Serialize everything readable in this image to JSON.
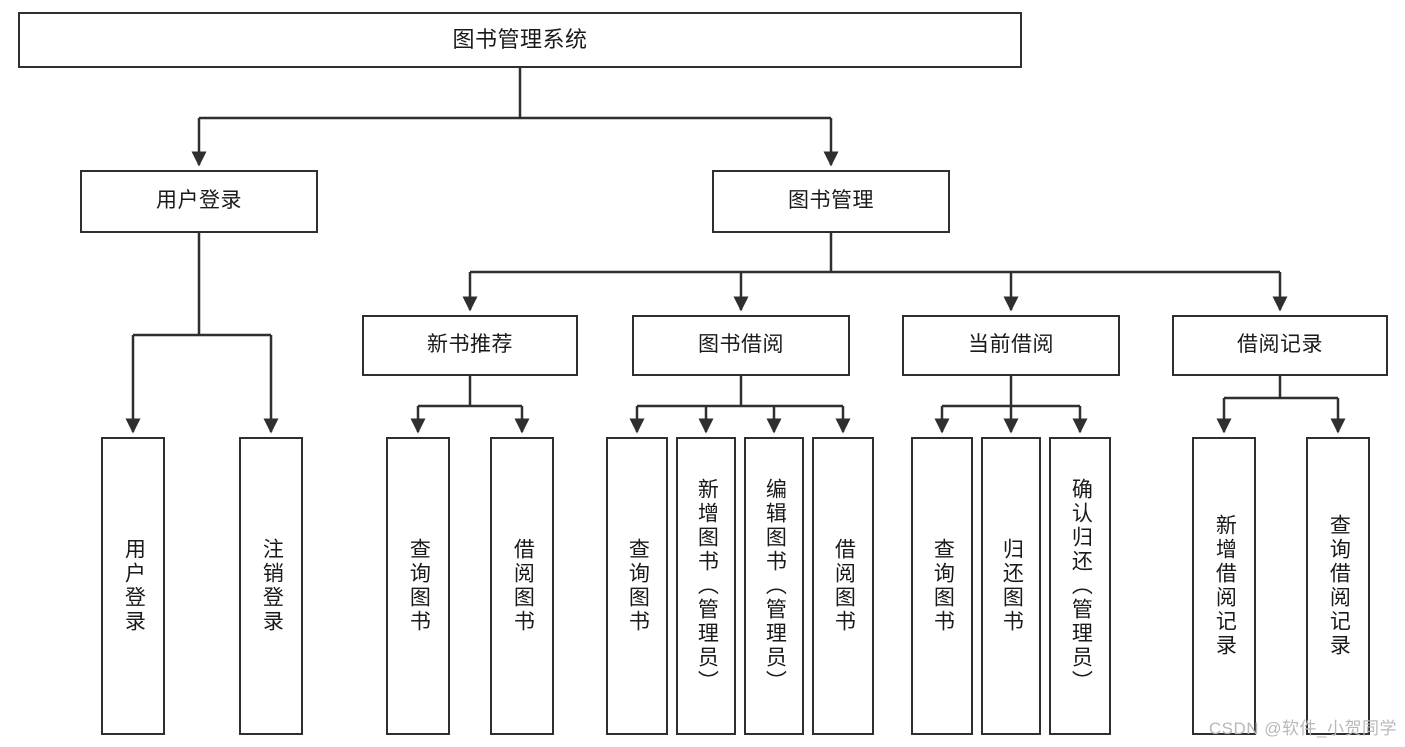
{
  "diagram": {
    "type": "tree-hierarchy",
    "title": "图书管理系统",
    "watermark": "CSDN @软件_小贺同学",
    "colors": {
      "box_border": "#2f2f2f",
      "box_fill": "#ffffff",
      "connector": "#2f2f2f",
      "text": "#1a1a1a",
      "watermark": "#b9b9b9"
    },
    "nodes": {
      "root": {
        "label": "图书管理系统",
        "level": 0,
        "orientation": "horizontal"
      },
      "l1": [
        {
          "id": "user-login",
          "label": "用户登录",
          "level": 1,
          "orientation": "horizontal"
        },
        {
          "id": "book-manage",
          "label": "图书管理",
          "level": 1,
          "orientation": "horizontal"
        }
      ],
      "l2": [
        {
          "id": "new-book-recommend",
          "label": "新书推荐",
          "level": 2,
          "orientation": "horizontal",
          "parent": "book-manage"
        },
        {
          "id": "book-borrow",
          "label": "图书借阅",
          "level": 2,
          "orientation": "horizontal",
          "parent": "book-manage"
        },
        {
          "id": "current-borrow",
          "label": "当前借阅",
          "level": 2,
          "orientation": "horizontal",
          "parent": "book-manage"
        },
        {
          "id": "borrow-record",
          "label": "借阅记录",
          "level": 2,
          "orientation": "horizontal",
          "parent": "book-manage"
        }
      ],
      "leaves": [
        {
          "id": "leaf-user-login",
          "label": "用户登录",
          "parent": "user-login",
          "orientation": "vertical"
        },
        {
          "id": "leaf-logout",
          "label": "注销登录",
          "parent": "user-login",
          "orientation": "vertical"
        },
        {
          "id": "leaf-query-book-1",
          "label": "查询图书",
          "parent": "new-book-recommend",
          "orientation": "vertical"
        },
        {
          "id": "leaf-borrow-book-1",
          "label": "借阅图书",
          "parent": "new-book-recommend",
          "orientation": "vertical"
        },
        {
          "id": "leaf-query-book-2",
          "label": "查询图书",
          "parent": "book-borrow",
          "orientation": "vertical"
        },
        {
          "id": "leaf-add-book",
          "label": "新增图书（管理员）",
          "parent": "book-borrow",
          "orientation": "vertical"
        },
        {
          "id": "leaf-edit-book",
          "label": "编辑图书（管理员）",
          "parent": "book-borrow",
          "orientation": "vertical"
        },
        {
          "id": "leaf-borrow-book-2",
          "label": "借阅图书",
          "parent": "book-borrow",
          "orientation": "vertical"
        },
        {
          "id": "leaf-query-book-3",
          "label": "查询图书",
          "parent": "current-borrow",
          "orientation": "vertical"
        },
        {
          "id": "leaf-return-book",
          "label": "归还图书",
          "parent": "current-borrow",
          "orientation": "vertical"
        },
        {
          "id": "leaf-confirm-return",
          "label": "确认归还（管理员）",
          "parent": "current-borrow",
          "orientation": "vertical"
        },
        {
          "id": "leaf-add-record",
          "label": "新增借阅记录",
          "parent": "borrow-record",
          "orientation": "vertical"
        },
        {
          "id": "leaf-query-record",
          "label": "查询借阅记录",
          "parent": "borrow-record",
          "orientation": "vertical"
        }
      ]
    }
  }
}
